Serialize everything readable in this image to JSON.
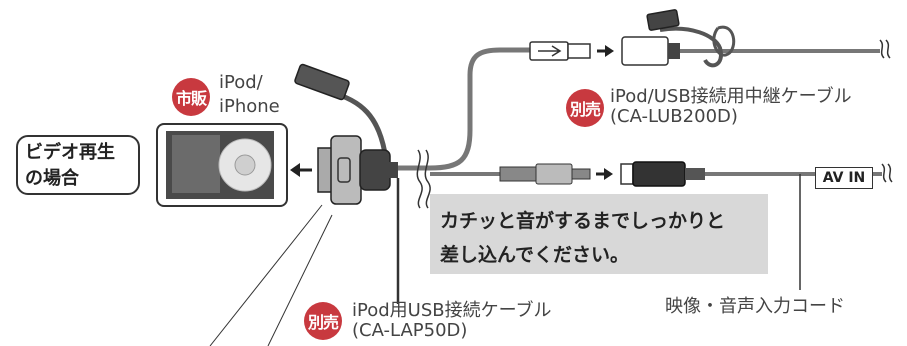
{
  "colors": {
    "accent_badge": "#c8393f",
    "note_box": "#d8d8d8",
    "cable": "#777777",
    "outline": "#333333"
  },
  "labels": {
    "commercial_badge": "市販",
    "ipod_iphone": [
      "iPod/",
      "iPhone"
    ],
    "video_playback": [
      "ビデオ再生",
      "の場合"
    ],
    "sold_separately_badge": "別売",
    "relay_cable": [
      "iPod/USB接続用中継ケーブル",
      "(CA-LUB200D)"
    ],
    "note": [
      "カチッと音がするまでしっかりと",
      "差し込んでください。"
    ],
    "av_in": "AV IN",
    "av_cord": "映像・音声入力コード",
    "ipod_usb_cable": [
      "iPod用USB接続ケーブル",
      "(CA-LAP50D)"
    ]
  },
  "icons": [
    "usb-symbol-icon",
    "arrow-right-icon",
    "arrow-left-icon",
    "wave-break-icon",
    "ipod-device-icon",
    "dock-connector-icon",
    "usb-plug-icon",
    "usb-socket-icon",
    "mini-plug-icon",
    "av-jack-icon"
  ]
}
